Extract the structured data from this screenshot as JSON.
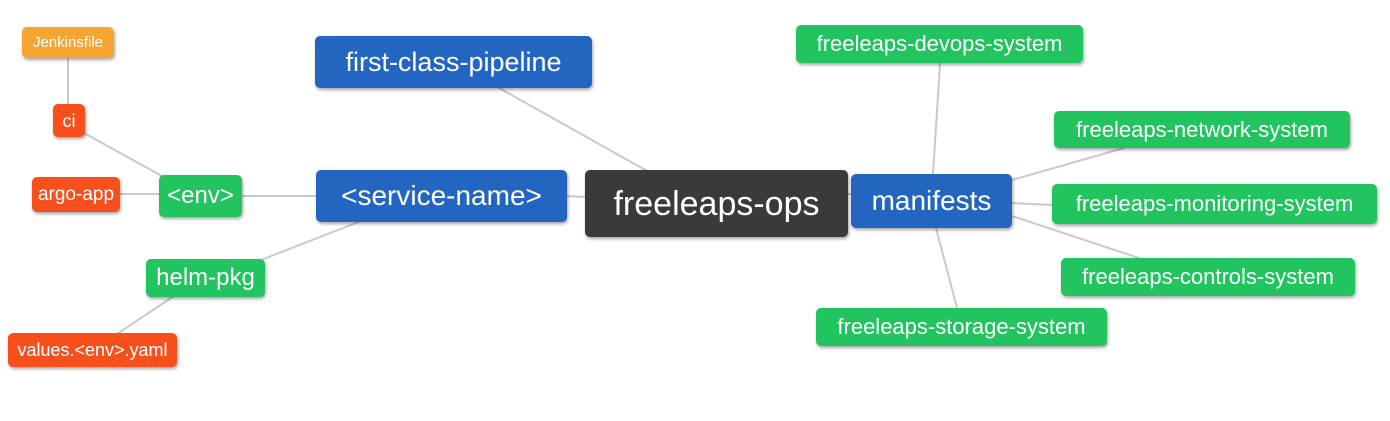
{
  "palette": {
    "branch_blue": "#2366c1",
    "leaf_green": "#21c45f",
    "leaf_red": "#f8501d",
    "leaf_orange": "#f7a531",
    "root_dark": "#3b3a39",
    "edge_gray": "#c9c9c9",
    "node_text": "#ffffff"
  },
  "mindmap": {
    "root": {
      "label": "freeleaps-ops"
    },
    "nodes": {
      "jenkinsfile": {
        "label": "Jenkinsfile"
      },
      "ci": {
        "label": "ci"
      },
      "argo_app": {
        "label": "argo-app"
      },
      "env": {
        "label": "<env>"
      },
      "helm_pkg": {
        "label": "helm-pkg"
      },
      "values_yaml": {
        "label": "values.<env>.yaml"
      },
      "first_class_pipeline": {
        "label": "first-class-pipeline"
      },
      "service_name": {
        "label": "<service-name>"
      },
      "manifests": {
        "label": "manifests"
      },
      "devops_system": {
        "label": "freeleaps-devops-system"
      },
      "network_system": {
        "label": "freeleaps-network-system"
      },
      "monitoring_system": {
        "label": "freeleaps-monitoring-system"
      },
      "controls_system": {
        "label": "freeleaps-controls-system"
      },
      "storage_system": {
        "label": "freeleaps-storage-system"
      }
    },
    "connections": [
      {
        "from": "ci",
        "to": "jenkinsfile"
      },
      {
        "from": "env",
        "to": "ci"
      },
      {
        "from": "env",
        "to": "argo_app"
      },
      {
        "from": "service_name",
        "to": "env"
      },
      {
        "from": "service_name",
        "to": "helm_pkg"
      },
      {
        "from": "helm_pkg",
        "to": "values_yaml"
      },
      {
        "from": "root",
        "to": "first_class_pipeline"
      },
      {
        "from": "root",
        "to": "service_name"
      },
      {
        "from": "root",
        "to": "manifests"
      },
      {
        "from": "manifests",
        "to": "devops_system"
      },
      {
        "from": "manifests",
        "to": "network_system"
      },
      {
        "from": "manifests",
        "to": "monitoring_system"
      },
      {
        "from": "manifests",
        "to": "controls_system"
      },
      {
        "from": "manifests",
        "to": "storage_system"
      }
    ]
  }
}
